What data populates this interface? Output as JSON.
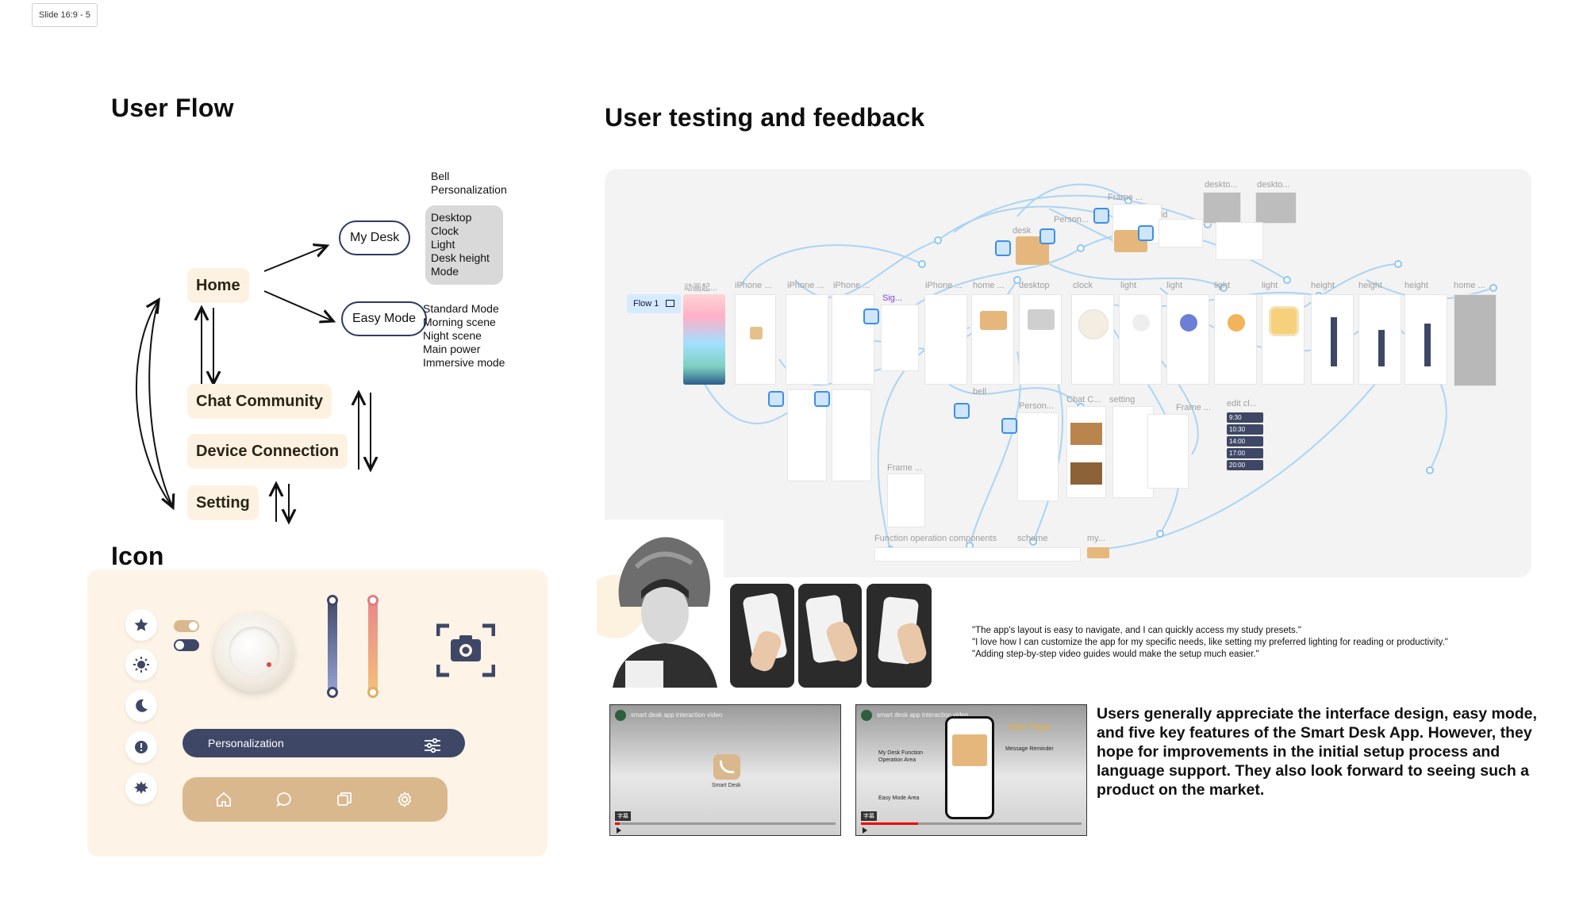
{
  "slide_tag": "Slide 16:9 - 5",
  "user_flow": {
    "title": "User Flow",
    "nodes": {
      "home": "Home",
      "chat": "Chat Community",
      "device": "Device Connection",
      "setting": "Setting",
      "my_desk": "My Desk",
      "easy_mode": "Easy Mode"
    },
    "my_desk_top_items": "Bell\nPersonalization",
    "my_desk_items": "Desktop\nClock\nLight\nDesk height\nMode",
    "easy_mode_items": "Standard Mode\nMorning scene\nNight scene\nMain power\nImmersive mode"
  },
  "icon_section": {
    "title": "Icon",
    "personalization_label": "Personalization",
    "side_icons": [
      "star-icon",
      "sun-icon",
      "moon-icon",
      "alert-icon",
      "burst-icon"
    ],
    "tab_icons": [
      "home-icon",
      "chat-icon",
      "device-icon",
      "gear-icon"
    ],
    "colors": {
      "panel": "#fdf4e7",
      "navy": "#3f4766",
      "tan": "#d9b88d"
    }
  },
  "testing": {
    "title": "User testing and feedback",
    "flow_tag": "Flow 1",
    "frame_labels": [
      "动画起...",
      "iPhone ...",
      "iPhone ...",
      "iPhone ...",
      "Sig...",
      "iPhone ...",
      "home ...",
      "desktop",
      "clock",
      "light",
      "light",
      "light",
      "light",
      "height",
      "height",
      "height",
      "home ...",
      "deskto...",
      "deskto...",
      "Frame ...",
      "Person...",
      "desk",
      "add",
      "iPhone ...",
      "iPhone ...",
      "bell",
      "Person...",
      "Chat C...",
      "setting",
      "Frame ...",
      "edit cl...",
      "Frame ...",
      "Function operation components",
      "scheme",
      "my..."
    ],
    "time_chips": [
      "9:30",
      "10:30",
      "14:00",
      "17:00",
      "20:00"
    ],
    "quotes": [
      "\"The app's layout is easy to navigate, and I can quickly access my study presets.\"",
      "\"I love how I can customize the app for my specific needs, like setting my preferred lighting for reading or productivity.\"",
      "\"Adding step-by-step video guides would make the setup much easier.\""
    ],
    "videos": [
      {
        "title": "smart desk app interaction video",
        "center": "Smart Desk",
        "badge": "字幕"
      },
      {
        "title": "smart desk app interaction video",
        "main_page": "Main Page",
        "reminder": "Message Reminder",
        "func_area": "My Desk Function Operation Area",
        "easy_area": "Easy Mode Area",
        "badge": "字幕"
      }
    ],
    "summary": "Users generally appreciate the interface design, easy mode, and five key features of the Smart Desk App. However, they hope for improvements in the initial setup process and language support. They also look forward to seeing such a product on the market."
  }
}
